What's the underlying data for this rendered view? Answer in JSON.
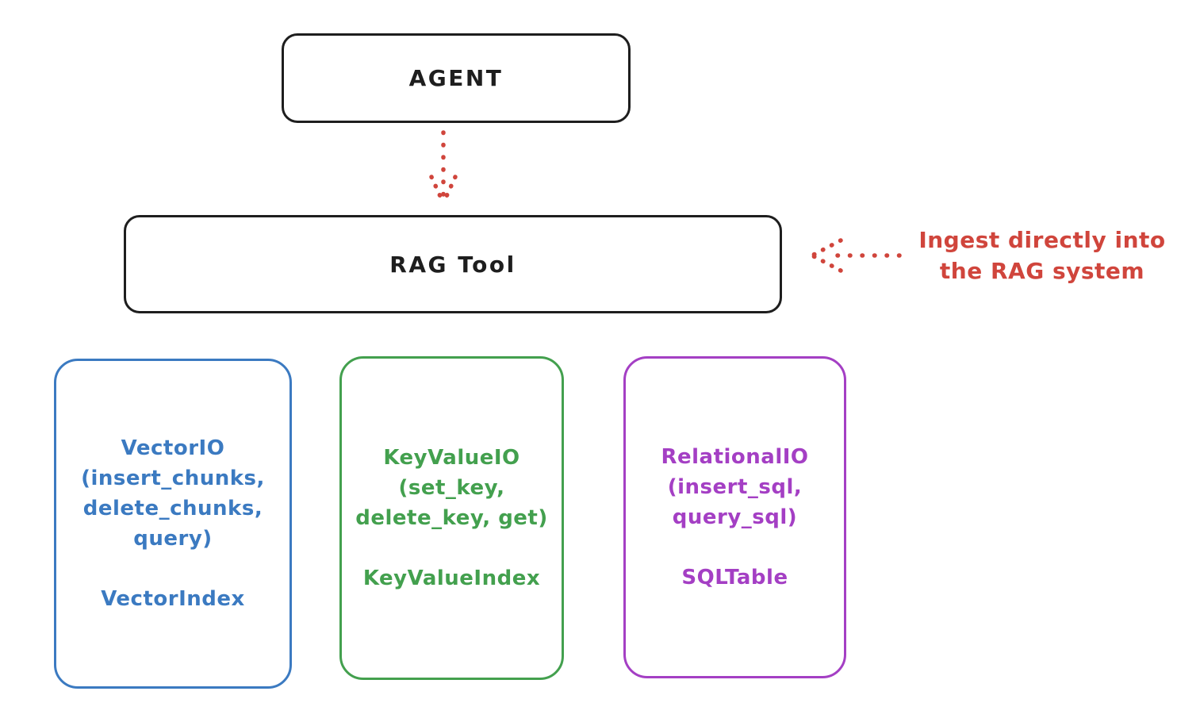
{
  "colors": {
    "ink": "#1e1e1e",
    "red": "#d0453c",
    "blue": "#3b7ac1",
    "green": "#43a04e",
    "purple": "#a43fc4",
    "background": "#ffffff"
  },
  "agent": {
    "label": "AGENT"
  },
  "rag_tool": {
    "label": "RAG Tool"
  },
  "annotation": {
    "line1": "Ingest directly into",
    "line2": "the RAG system"
  },
  "arrows": [
    {
      "name": "agent-to-rag-tool",
      "style": "dotted",
      "direction": "down"
    },
    {
      "name": "ingest-into-rag-tool",
      "style": "dotted",
      "direction": "left"
    }
  ],
  "boxes": [
    {
      "id": "vector-io",
      "color": "#3b7ac1",
      "lines": [
        "VectorIO",
        "(insert_chunks,",
        "delete_chunks,",
        "query)"
      ],
      "footer": "VectorIndex"
    },
    {
      "id": "keyvalue-io",
      "color": "#43a04e",
      "lines": [
        "KeyValueIO",
        "(set_key,",
        "delete_key, get)"
      ],
      "footer": "KeyValueIndex"
    },
    {
      "id": "relational-io",
      "color": "#a43fc4",
      "lines": [
        "RelationalIO",
        "(insert_sql,",
        "query_sql)"
      ],
      "footer": "SQLTable"
    }
  ]
}
